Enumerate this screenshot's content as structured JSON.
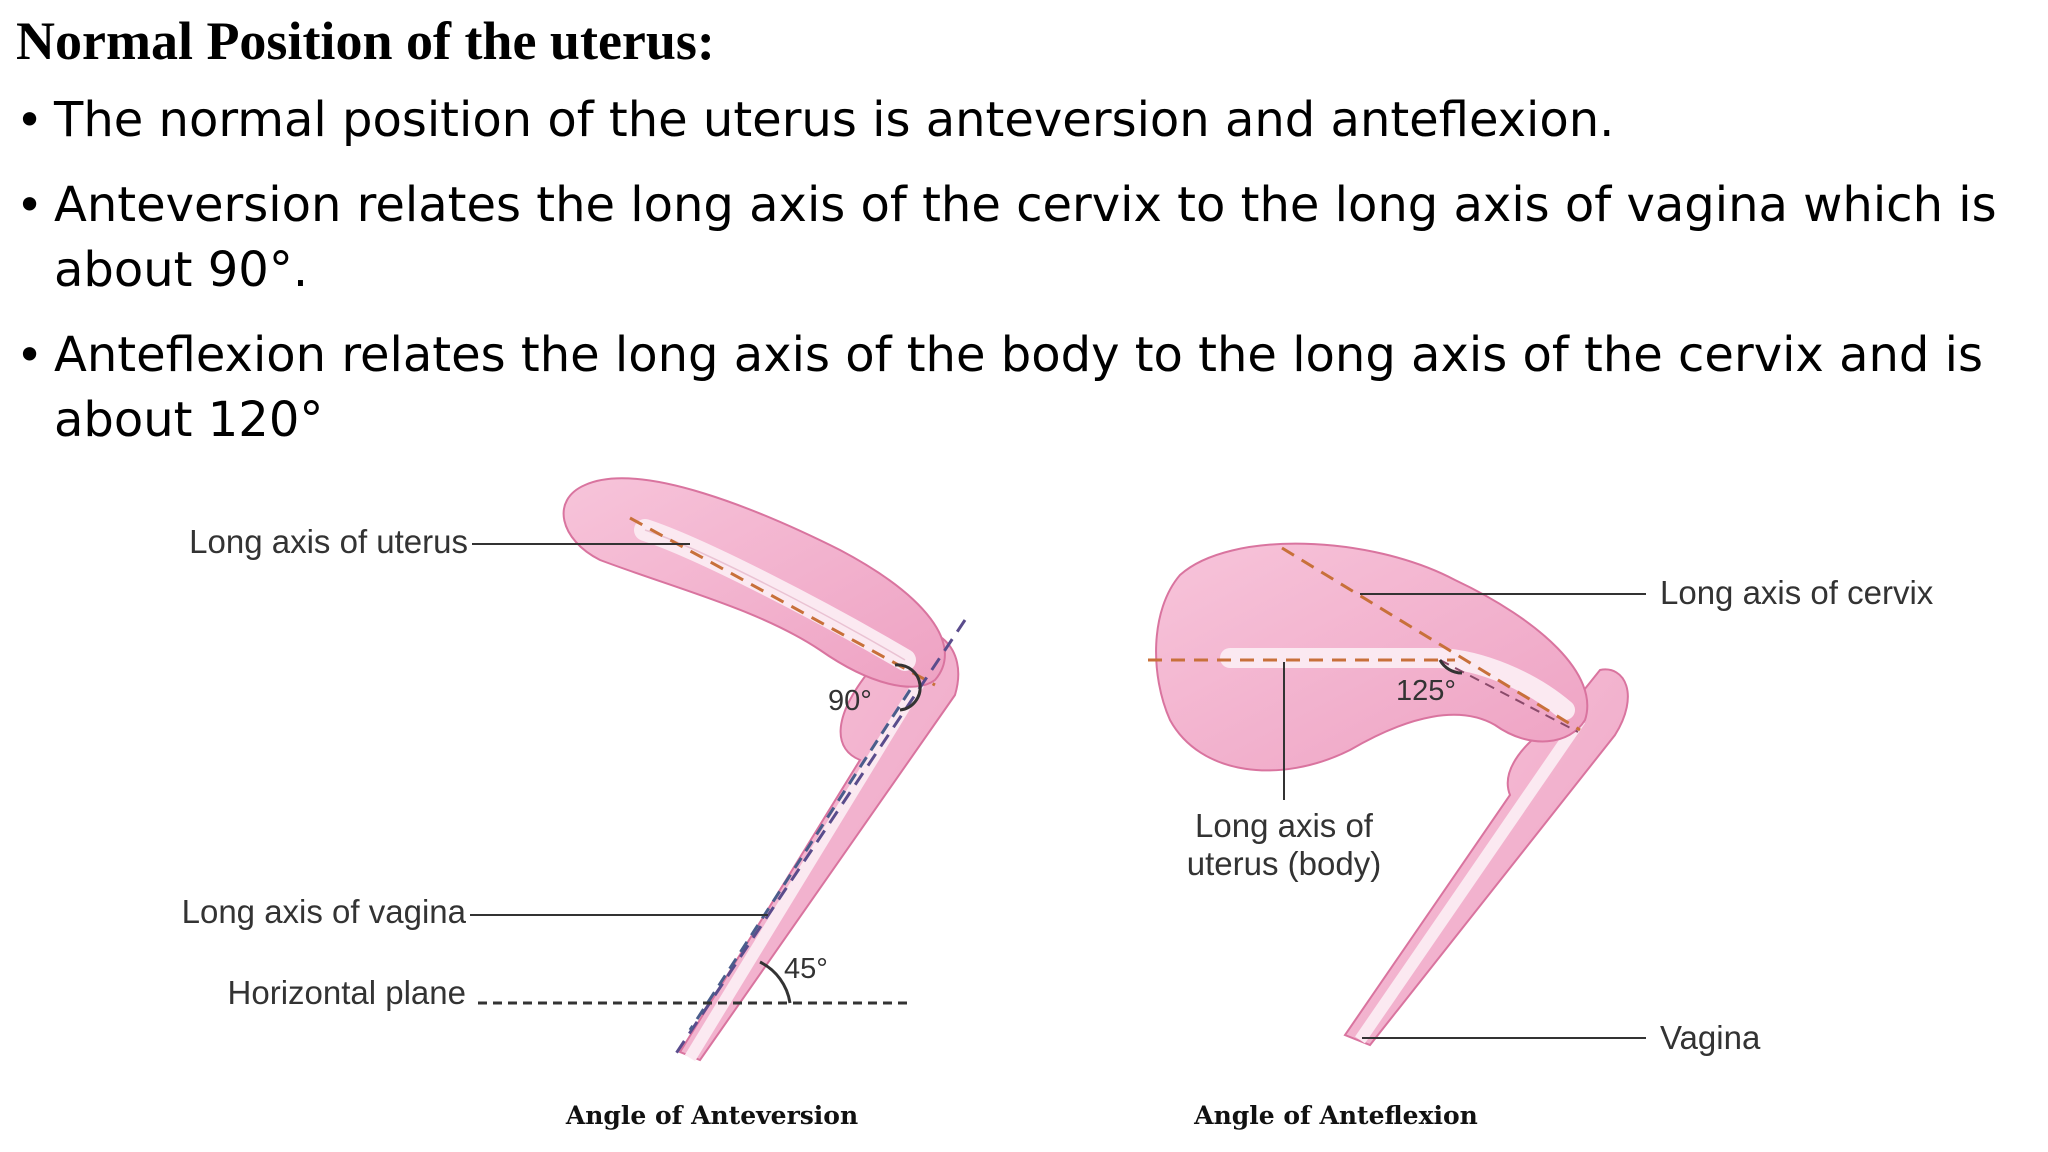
{
  "title": "Normal Position of the uterus:",
  "bullets": [
    "The normal position of the uterus is anteversion and anteflexion.",
    "Anteversion relates the long axis of the cervix to the long axis of vagina which is about 90°.",
    "Anteflexion relates the long axis of the body to the long axis of the cervix and is about 120°"
  ],
  "bullet_symbol": "•",
  "figure": {
    "left": {
      "label_uterus": "Long axis of uterus",
      "label_vagina": "Long axis of vagina",
      "label_horizontal": "Horizontal plane",
      "angle_top": "90°",
      "angle_bottom": "45°",
      "caption": "Angle of Anteversion"
    },
    "right": {
      "label_cervix": "Long axis of cervix",
      "label_body_line1": "Long axis of",
      "label_body_line2": "uterus (body)",
      "label_vagina": "Vagina",
      "angle": "125°",
      "caption": "Angle of Anteflexion"
    }
  },
  "colors": {
    "tissue_fill": "#f4b3cf",
    "tissue_stroke": "#d9749f",
    "cavity": "#fbe9f1",
    "axis_orange": "#c8703a",
    "axis_blue": "#4a5d8c",
    "axis_purple": "#5a4c8c",
    "leader": "#333333"
  }
}
